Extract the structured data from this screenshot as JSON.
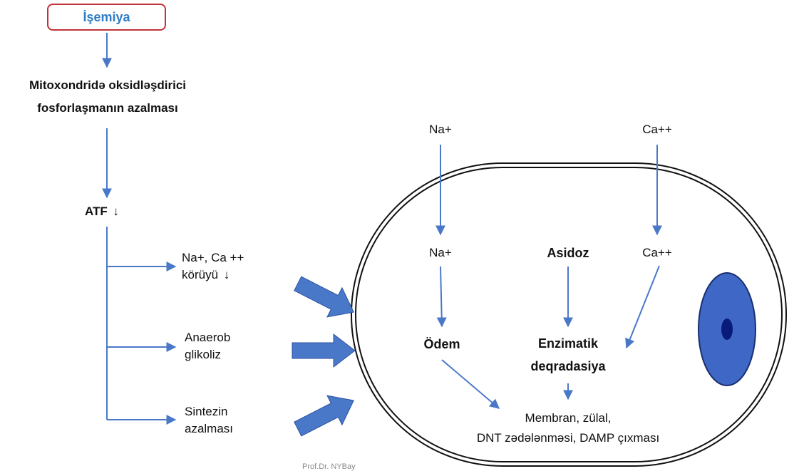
{
  "top_box": "İşemiya",
  "step1": [
    "Mitoxondridə oksidləşdirici",
    "fosforlaşmanın azalması"
  ],
  "atf": "ATF",
  "down_arrow_glyph": "↓",
  "branches": {
    "b1": [
      "Na+, Ca ++",
      "körüyü"
    ],
    "b2": [
      "Anaerob",
      "glikoliz"
    ],
    "b3": [
      "Sintezin",
      "azalması"
    ]
  },
  "cell": {
    "na_outside": "Na+",
    "ca_outside": "Ca++",
    "na_inside": "Na+",
    "asidoz": "Asidoz",
    "ca_inside": "Ca++",
    "odem": "Ödem",
    "enzimatik": [
      "Enzimatik",
      "deqradasiya"
    ],
    "result": [
      "Membran, zülal,",
      "DNT zədələnməsi, DAMP çıxması"
    ]
  },
  "credit": "Prof.Dr. NYBay",
  "colors": {
    "arrow": "#4a78c8",
    "box_border": "#c0323a",
    "title_text": "#2e7cc6",
    "nucleus": "#3f68c6",
    "nucleolus": "#0a1a7a"
  }
}
